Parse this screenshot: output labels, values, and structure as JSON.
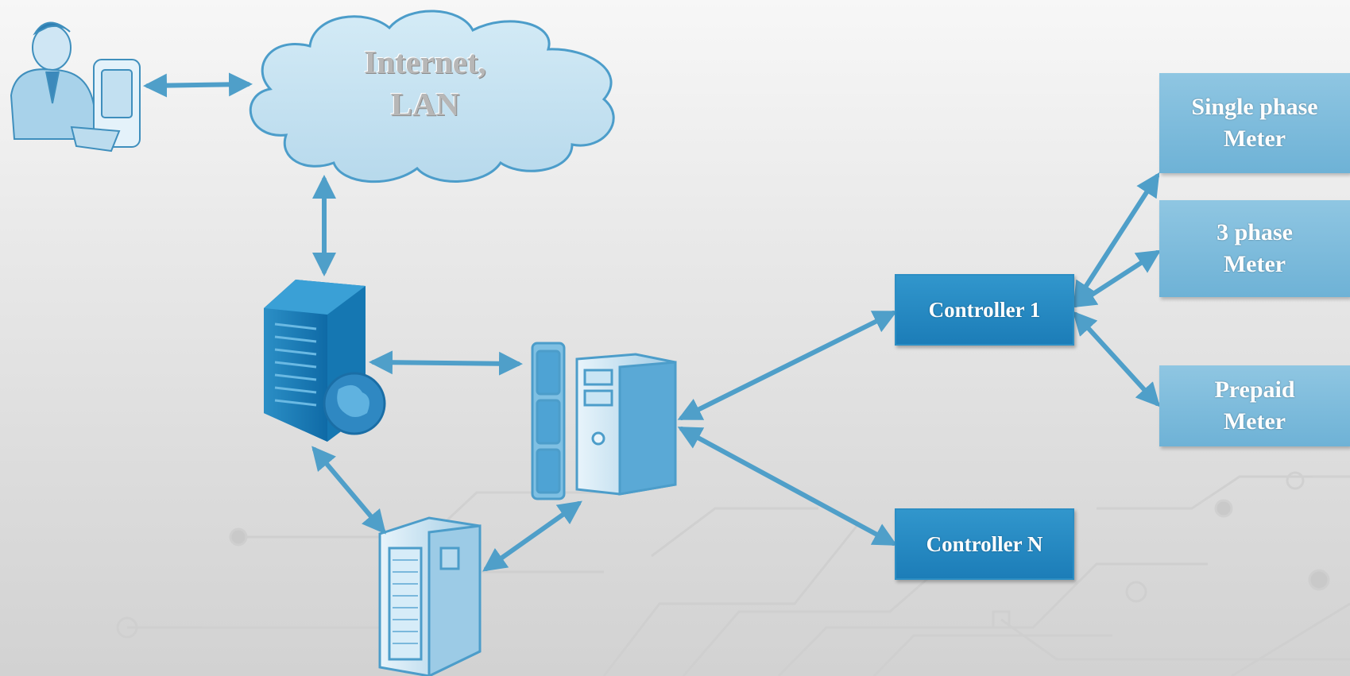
{
  "diagram": {
    "cloud": {
      "line1": "Internet,",
      "line2": "LAN"
    },
    "controllers": {
      "controller_1": "Controller 1",
      "controller_n": "Controller N"
    },
    "meters": {
      "single_phase": {
        "line1": "Single phase",
        "line2": "Meter"
      },
      "three_phase": {
        "line1": "3 phase",
        "line2": "Meter"
      },
      "prepaid": {
        "line1": "Prepaid",
        "line2": "Meter"
      }
    },
    "icons": {
      "user": "user-at-workstation-icon",
      "web_server": "web-server-icon",
      "desktop": "desktop-computer-icon",
      "database_server": "database-server-icon",
      "cloud": "cloud-icon"
    },
    "colors": {
      "controller": "#1f84bd",
      "meter": "#7dbbdc",
      "arrow": "#4f9fc9",
      "cloud_fill": "#c6e2f1"
    }
  }
}
